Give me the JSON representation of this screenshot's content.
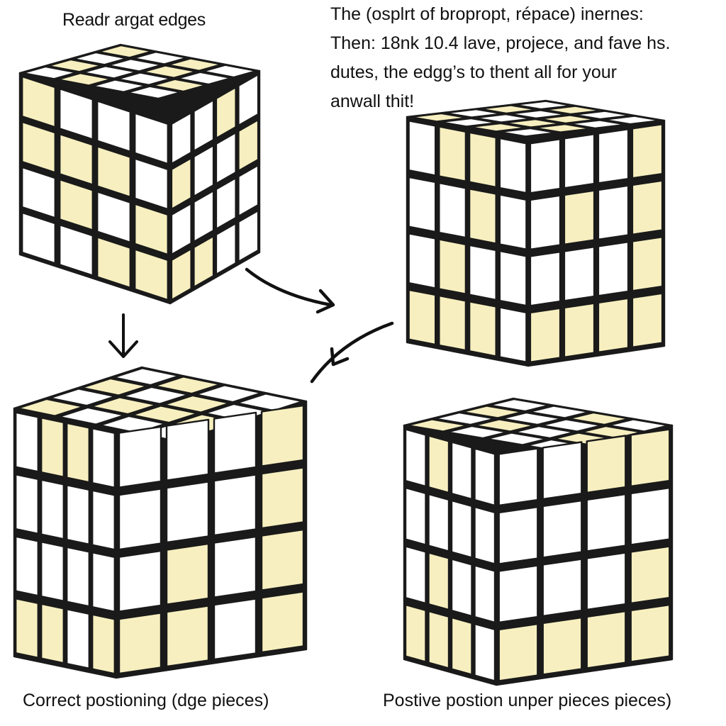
{
  "captions": {
    "top_left": "Readr argat edges",
    "bottom_left": "Correct postioning (dge pieces)",
    "bottom_right": "Postive postion unper pieces pieces)"
  },
  "instructions": {
    "lines": [
      "The  (osplrt of bropropt, répace) inernes:",
      "Then: 18nk 10.4 lave, projece, and fave hs.",
      "dutes, the edgg’s to thent all for your",
      "anwall thit!"
    ]
  },
  "colors": {
    "sticker_white": "#ffffff",
    "sticker_cream": "#f7efbf",
    "outline": "#1a1a1a",
    "background": "#ffffff"
  },
  "cubes": [
    {
      "name": "cube-top-left",
      "top": [
        "cwcw",
        "wwcw",
        "cwwc",
        "wcww"
      ],
      "left": [
        "cwww",
        "cccw",
        "wcwc",
        "wwcc"
      ],
      "right": [
        "wwcw",
        "cwwc",
        "wwww",
        "ccww"
      ]
    },
    {
      "name": "cube-top-right",
      "top": [
        "wcww",
        "cwcw",
        "wwcc",
        "cwcw"
      ],
      "left": [
        "wccw",
        "wwcw",
        "wcww",
        "cccw"
      ],
      "right": [
        "wwwc",
        "wcwc",
        "wwwc",
        "cccc"
      ]
    },
    {
      "name": "cube-bottom-left",
      "top": [
        "wcww",
        "cwcw",
        "wccc",
        "cwww"
      ],
      "left": [
        "wccw",
        "wwww",
        "wwww",
        "ccwc"
      ],
      "right": [
        "wwwc",
        "wwwc",
        "wcwc",
        "ccwc"
      ]
    },
    {
      "name": "cube-bottom-right",
      "top": [
        "wwcw",
        "cwwc",
        "wcwc",
        "cwww"
      ],
      "left": [
        "wcww",
        "wwww",
        "wcww",
        "cccw"
      ],
      "right": [
        "wwcc",
        "wwww",
        "wwwc",
        "cccc"
      ]
    }
  ],
  "arrows": [
    "arrow-down",
    "arrow-right",
    "arrow-left"
  ]
}
